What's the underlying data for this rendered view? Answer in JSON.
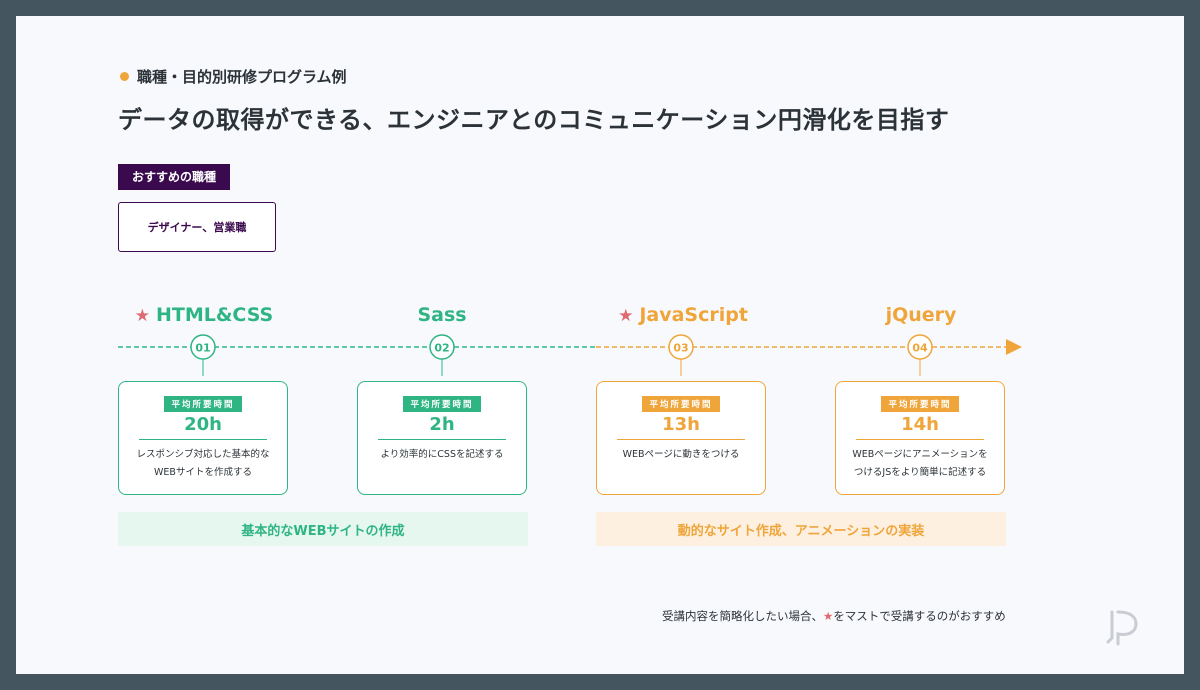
{
  "header": {
    "subtitle": "職種・目的別研修プログラム例",
    "title": "データの取得ができる、エンジニアとのコミュニケーション円滑化を目指す"
  },
  "recommend": {
    "label": "おすすめの職種",
    "roles": "デザイナー、営業職"
  },
  "steps": [
    {
      "num": "01",
      "title": "HTML&CSS",
      "starred": true,
      "badge": "平均所要時間",
      "hours": "20h",
      "desc_line1": "レスポンシブ対応した基本的な",
      "desc_line2": "WEBサイトを作成する"
    },
    {
      "num": "02",
      "title": "Sass",
      "starred": false,
      "badge": "平均所要時間",
      "hours": "2h",
      "desc_line1": "より効率的にCSSを記述する",
      "desc_line2": ""
    },
    {
      "num": "03",
      "title": "JavaScript",
      "starred": true,
      "badge": "平均所要時間",
      "hours": "13h",
      "desc_line1": "WEBページに動きをつける",
      "desc_line2": ""
    },
    {
      "num": "04",
      "title": "jQuery",
      "starred": false,
      "badge": "平均所要時間",
      "hours": "14h",
      "desc_line1": "WEBページにアニメーションを",
      "desc_line2": "つけるJSをより簡単に記述する"
    }
  ],
  "bands": [
    {
      "label": "基本的なWEBサイトの作成"
    },
    {
      "label": "動的なサイト作成、アニメーションの実装"
    }
  ],
  "footer": {
    "note_before": "受講内容を簡略化したい場合、",
    "note_star": "★",
    "note_after": "をマストで受講するのがおすすめ"
  },
  "colors": {
    "green": "#2fb584",
    "orange": "#f0a53a",
    "purple": "#3b0a4e",
    "star": "#e06a72"
  },
  "icons": {
    "star": "star-icon",
    "logo": "brand-logo-icon",
    "bullet": "bullet-dot-icon",
    "arrow": "arrow-right-icon"
  }
}
